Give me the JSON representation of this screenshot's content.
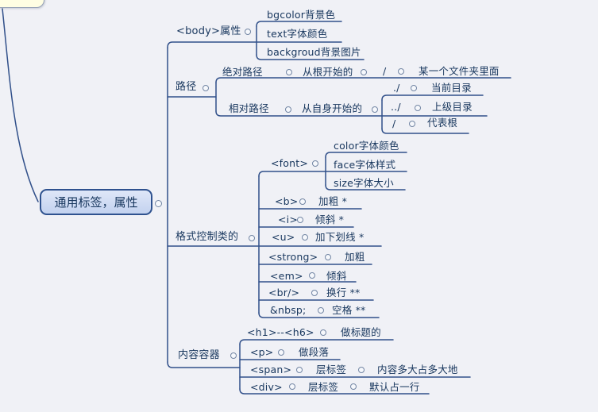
{
  "root_label": "通用标签，属性",
  "body": {
    "label": "<body>属性",
    "bgcolor": "bgcolor背景色",
    "text": "text字体颜色",
    "background": "backgroud背景图片"
  },
  "path": {
    "label": "路径",
    "absolute": {
      "label": "绝对路径",
      "desc": "从根开始的",
      "slash": "/",
      "target": "某一个文件夹里面"
    },
    "relative": {
      "label": "相对路径",
      "desc": "从自身开始的",
      "dot": {
        "label": "./",
        "desc": "当前目录"
      },
      "dotdot": {
        "label": "../",
        "desc": "上级目录"
      },
      "slash": {
        "label": "/",
        "desc": "代表根"
      }
    }
  },
  "format": {
    "label": "格式控制类的",
    "font": {
      "label": "<font>",
      "color": "color字体颜色",
      "face": "face字体样式",
      "size": "size字体大小"
    },
    "b": {
      "label": "<b>",
      "desc": "加粗 *"
    },
    "i": {
      "label": "<i>",
      "desc": "倾斜 *"
    },
    "u": {
      "label": "<u>",
      "desc": "加下划线 *"
    },
    "strong": {
      "label": "<strong>",
      "desc": "加粗"
    },
    "em": {
      "label": "<em>",
      "desc": "倾斜"
    },
    "br": {
      "label": "<br/>",
      "desc": "换行 **"
    },
    "nbsp": {
      "label": "&nbsp;",
      "desc": "空格 **"
    }
  },
  "container": {
    "label": "内容容器",
    "h": {
      "label": "<h1>--<h6>",
      "desc": "做标题的"
    },
    "p": {
      "label": "<p>",
      "desc": "做段落"
    },
    "span": {
      "label": "<span>",
      "desc": "层标签",
      "desc2": "内容多大占多大地"
    },
    "div": {
      "label": "<div>",
      "desc": "层标签",
      "desc2": "默认占一行"
    }
  },
  "colors": {
    "background": "#f0f1f6",
    "line": "#31508a",
    "text": "#17365d",
    "root_fill": "#c3d2ef",
    "root_border": "#2f528f",
    "parent_fill": "#fffee3"
  }
}
